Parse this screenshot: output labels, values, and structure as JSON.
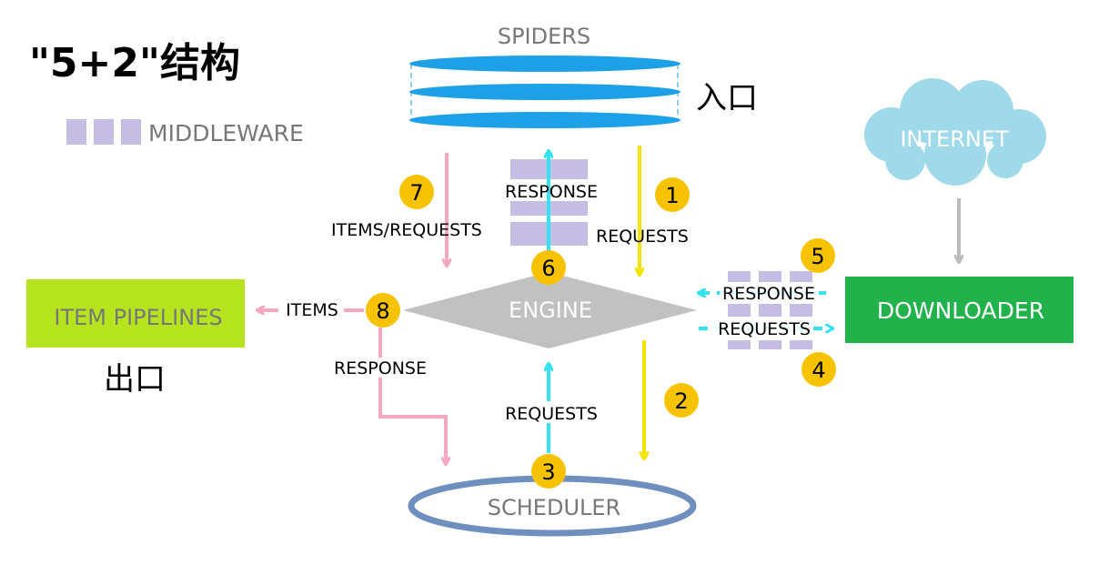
{
  "title": "\"5+2\"结构",
  "legend": {
    "label": "MIDDLEWARE",
    "swatch_color": "#c5bde3"
  },
  "spiders": {
    "label": "SPIDERS",
    "note": "入口",
    "color": "#1ea0e6"
  },
  "internet": {
    "label": "INTERNET",
    "color": "#9fd9ea"
  },
  "engine": {
    "label": "ENGINE",
    "color": "#c1c1c1"
  },
  "downloader": {
    "label": "DOWNLOADER",
    "color": "#21b24b"
  },
  "pipelines": {
    "label": "ITEM PIPELINES",
    "note": "出口",
    "color": "#b5e31e"
  },
  "scheduler": {
    "label": "SCHEDULER",
    "color": "#6f8fbf"
  },
  "edge_labels": {
    "response_up": "RESPONSE",
    "requests_down": "REQUESTS",
    "items_requests": "ITEMS/REQUESTS",
    "response_dl": "RESPONSE",
    "requests_dl": "REQUESTS",
    "items": "ITEMS",
    "response_sched": "RESPONSE",
    "requests_sched": "REQUESTS"
  },
  "steps": {
    "s1": "1",
    "s2": "2",
    "s3": "3",
    "s4": "4",
    "s5": "5",
    "s6": "6",
    "s7": "7",
    "s8": "8"
  },
  "colors": {
    "yellow": "#f5e400",
    "cyan": "#33e3f0",
    "pink": "#f5a7c0",
    "gray": "#bbbbbb",
    "badge": "#f7c300",
    "label_gray": "#777777"
  }
}
